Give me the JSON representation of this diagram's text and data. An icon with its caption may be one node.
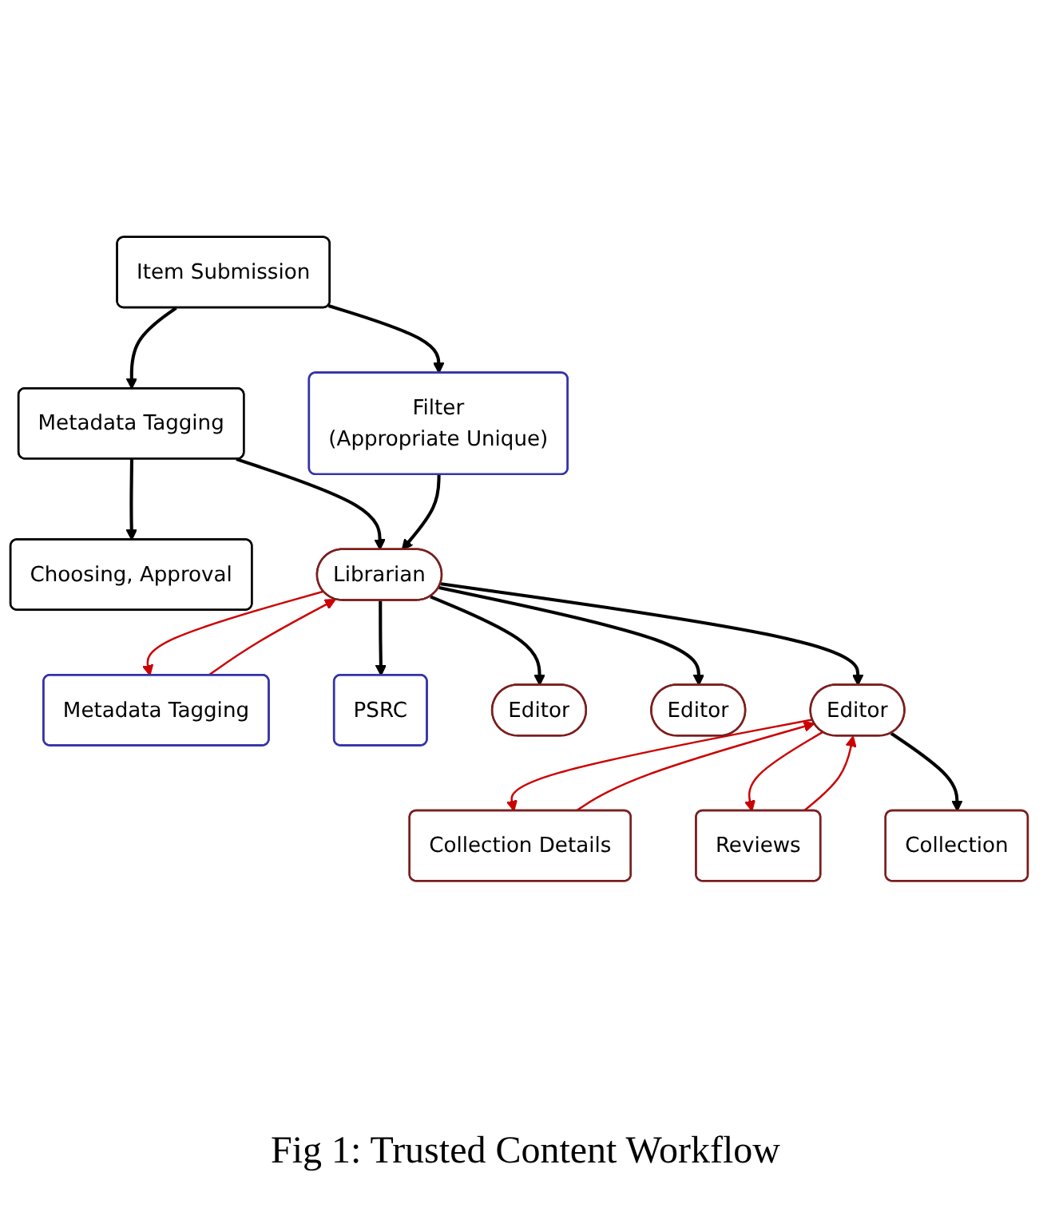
{
  "diagram": {
    "caption": "Fig 1: Trusted Content Workflow",
    "nodes": [
      {
        "text": [
          "Item Submission"
        ]
      },
      {
        "text": [
          "Metadata Tagging"
        ]
      },
      {
        "text": [
          "Choosing, Approval"
        ]
      },
      {
        "text": [
          "Filter",
          "(Appropriate Unique)"
        ]
      },
      {
        "text": [
          "Librarian"
        ]
      },
      {
        "text": [
          "Metadata Tagging"
        ]
      },
      {
        "text": [
          "PSRC"
        ]
      },
      {
        "text": [
          "Editor"
        ]
      },
      {
        "text": [
          "Editor"
        ]
      },
      {
        "text": [
          "Editor"
        ]
      },
      {
        "text": [
          "Collection Details"
        ]
      },
      {
        "text": [
          "Reviews"
        ]
      },
      {
        "text": [
          "Collection"
        ]
      }
    ],
    "edges": [
      {
        "from": 0,
        "to": 1,
        "arrow": "to"
      },
      {
        "from": 0,
        "to": 3,
        "arrow": "to"
      },
      {
        "from": 1,
        "to": 2,
        "arrow": "to"
      },
      {
        "from": 1,
        "to": 4,
        "arrow": "to"
      },
      {
        "from": 3,
        "to": 4,
        "arrow": "to"
      },
      {
        "from": 4,
        "to": 5,
        "arrow": "to",
        "color": "#cc0000"
      },
      {
        "from": 5,
        "to": 4,
        "arrow": "to",
        "color": "#cc0000"
      },
      {
        "from": 4,
        "to": 6,
        "arrow": "to"
      },
      {
        "from": 4,
        "to": 7,
        "arrow": "to"
      },
      {
        "from": 4,
        "to": 8,
        "arrow": "to"
      },
      {
        "from": 4,
        "to": 9,
        "arrow": "to"
      },
      {
        "from": 9,
        "to": 10,
        "arrow": "to",
        "color": "#cc0000"
      },
      {
        "from": 10,
        "to": 9,
        "arrow": "to",
        "color": "#cc0000"
      },
      {
        "from": 9,
        "to": 11,
        "arrow": "to",
        "color": "#cc0000"
      },
      {
        "from": 11,
        "to": 9,
        "arrow": "to",
        "color": "#cc0000"
      },
      {
        "from": 9,
        "to": 12,
        "arrow": "to"
      }
    ]
  }
}
